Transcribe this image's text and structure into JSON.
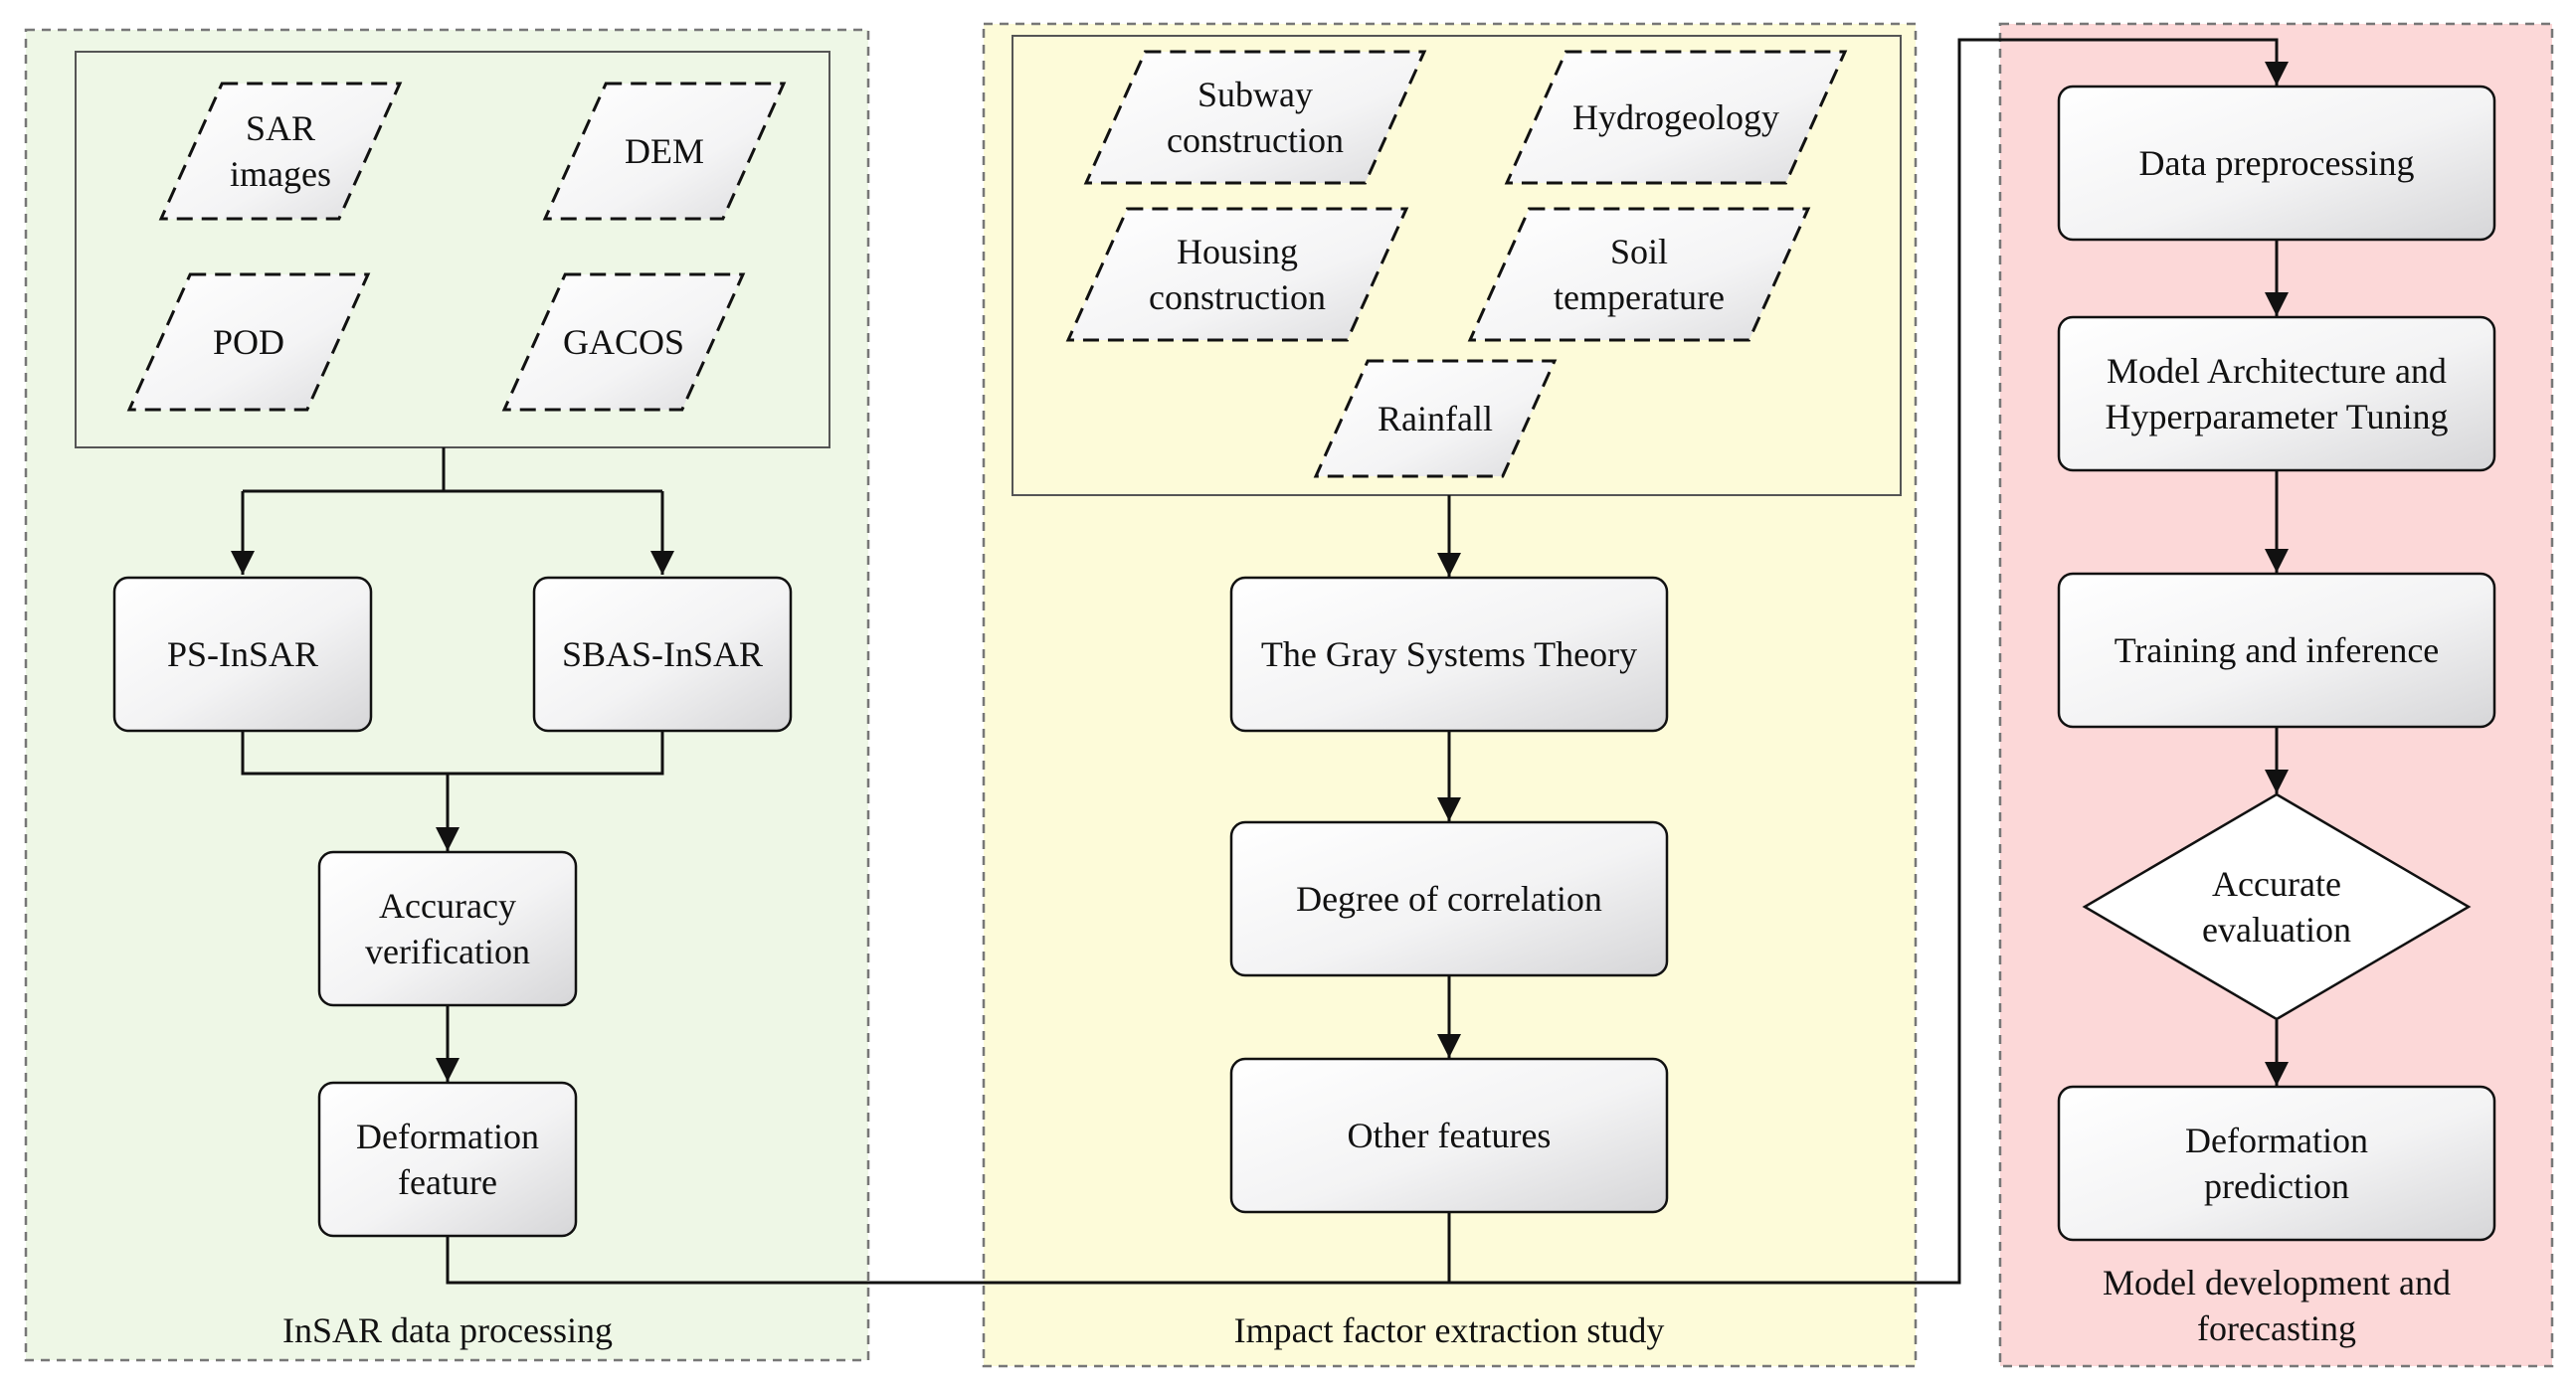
{
  "panels": {
    "insar": {
      "title": "InSAR data processing"
    },
    "impact": {
      "title": "Impact factor extraction study"
    },
    "model": {
      "title_lines": [
        "Model development and",
        "forecasting"
      ]
    }
  },
  "inputs": {
    "sar_images": [
      "SAR",
      "images"
    ],
    "dem": [
      "DEM"
    ],
    "pod": [
      "POD"
    ],
    "gacos": [
      "GACOS"
    ],
    "subway": [
      "Subway",
      "construction"
    ],
    "hydrogeology": [
      "Hydrogeology"
    ],
    "housing": [
      "Housing",
      "construction"
    ],
    "soil": [
      "Soil",
      "temperature"
    ],
    "rainfall": [
      "Rainfall"
    ]
  },
  "steps": {
    "ps_insar": [
      "PS-InSAR"
    ],
    "sbas_insar": [
      "SBAS-InSAR"
    ],
    "accuracy": [
      "Accuracy",
      "verification"
    ],
    "deformation_feature": [
      "Deformation",
      "feature"
    ],
    "gray_theory": [
      "The Gray Systems Theory"
    ],
    "correlation": [
      "Degree of correlation"
    ],
    "other_features": [
      "Other features"
    ],
    "preprocessing": [
      "Data preprocessing"
    ],
    "architecture": [
      "Model Architecture and",
      "Hyperparameter Tuning"
    ],
    "training": [
      "Training and inference"
    ],
    "evaluation": [
      "Accurate",
      "evaluation"
    ],
    "prediction": [
      "Deformation",
      "prediction"
    ]
  },
  "colors": {
    "insar_panel": "#eef7e6",
    "impact_panel": "#fdfbd9",
    "model_panel": "#fcd8d8",
    "node_fill_light": "#ffffff",
    "node_fill_dark": "#d9d9db",
    "stroke": "#111111",
    "panel_border": "#777777"
  }
}
